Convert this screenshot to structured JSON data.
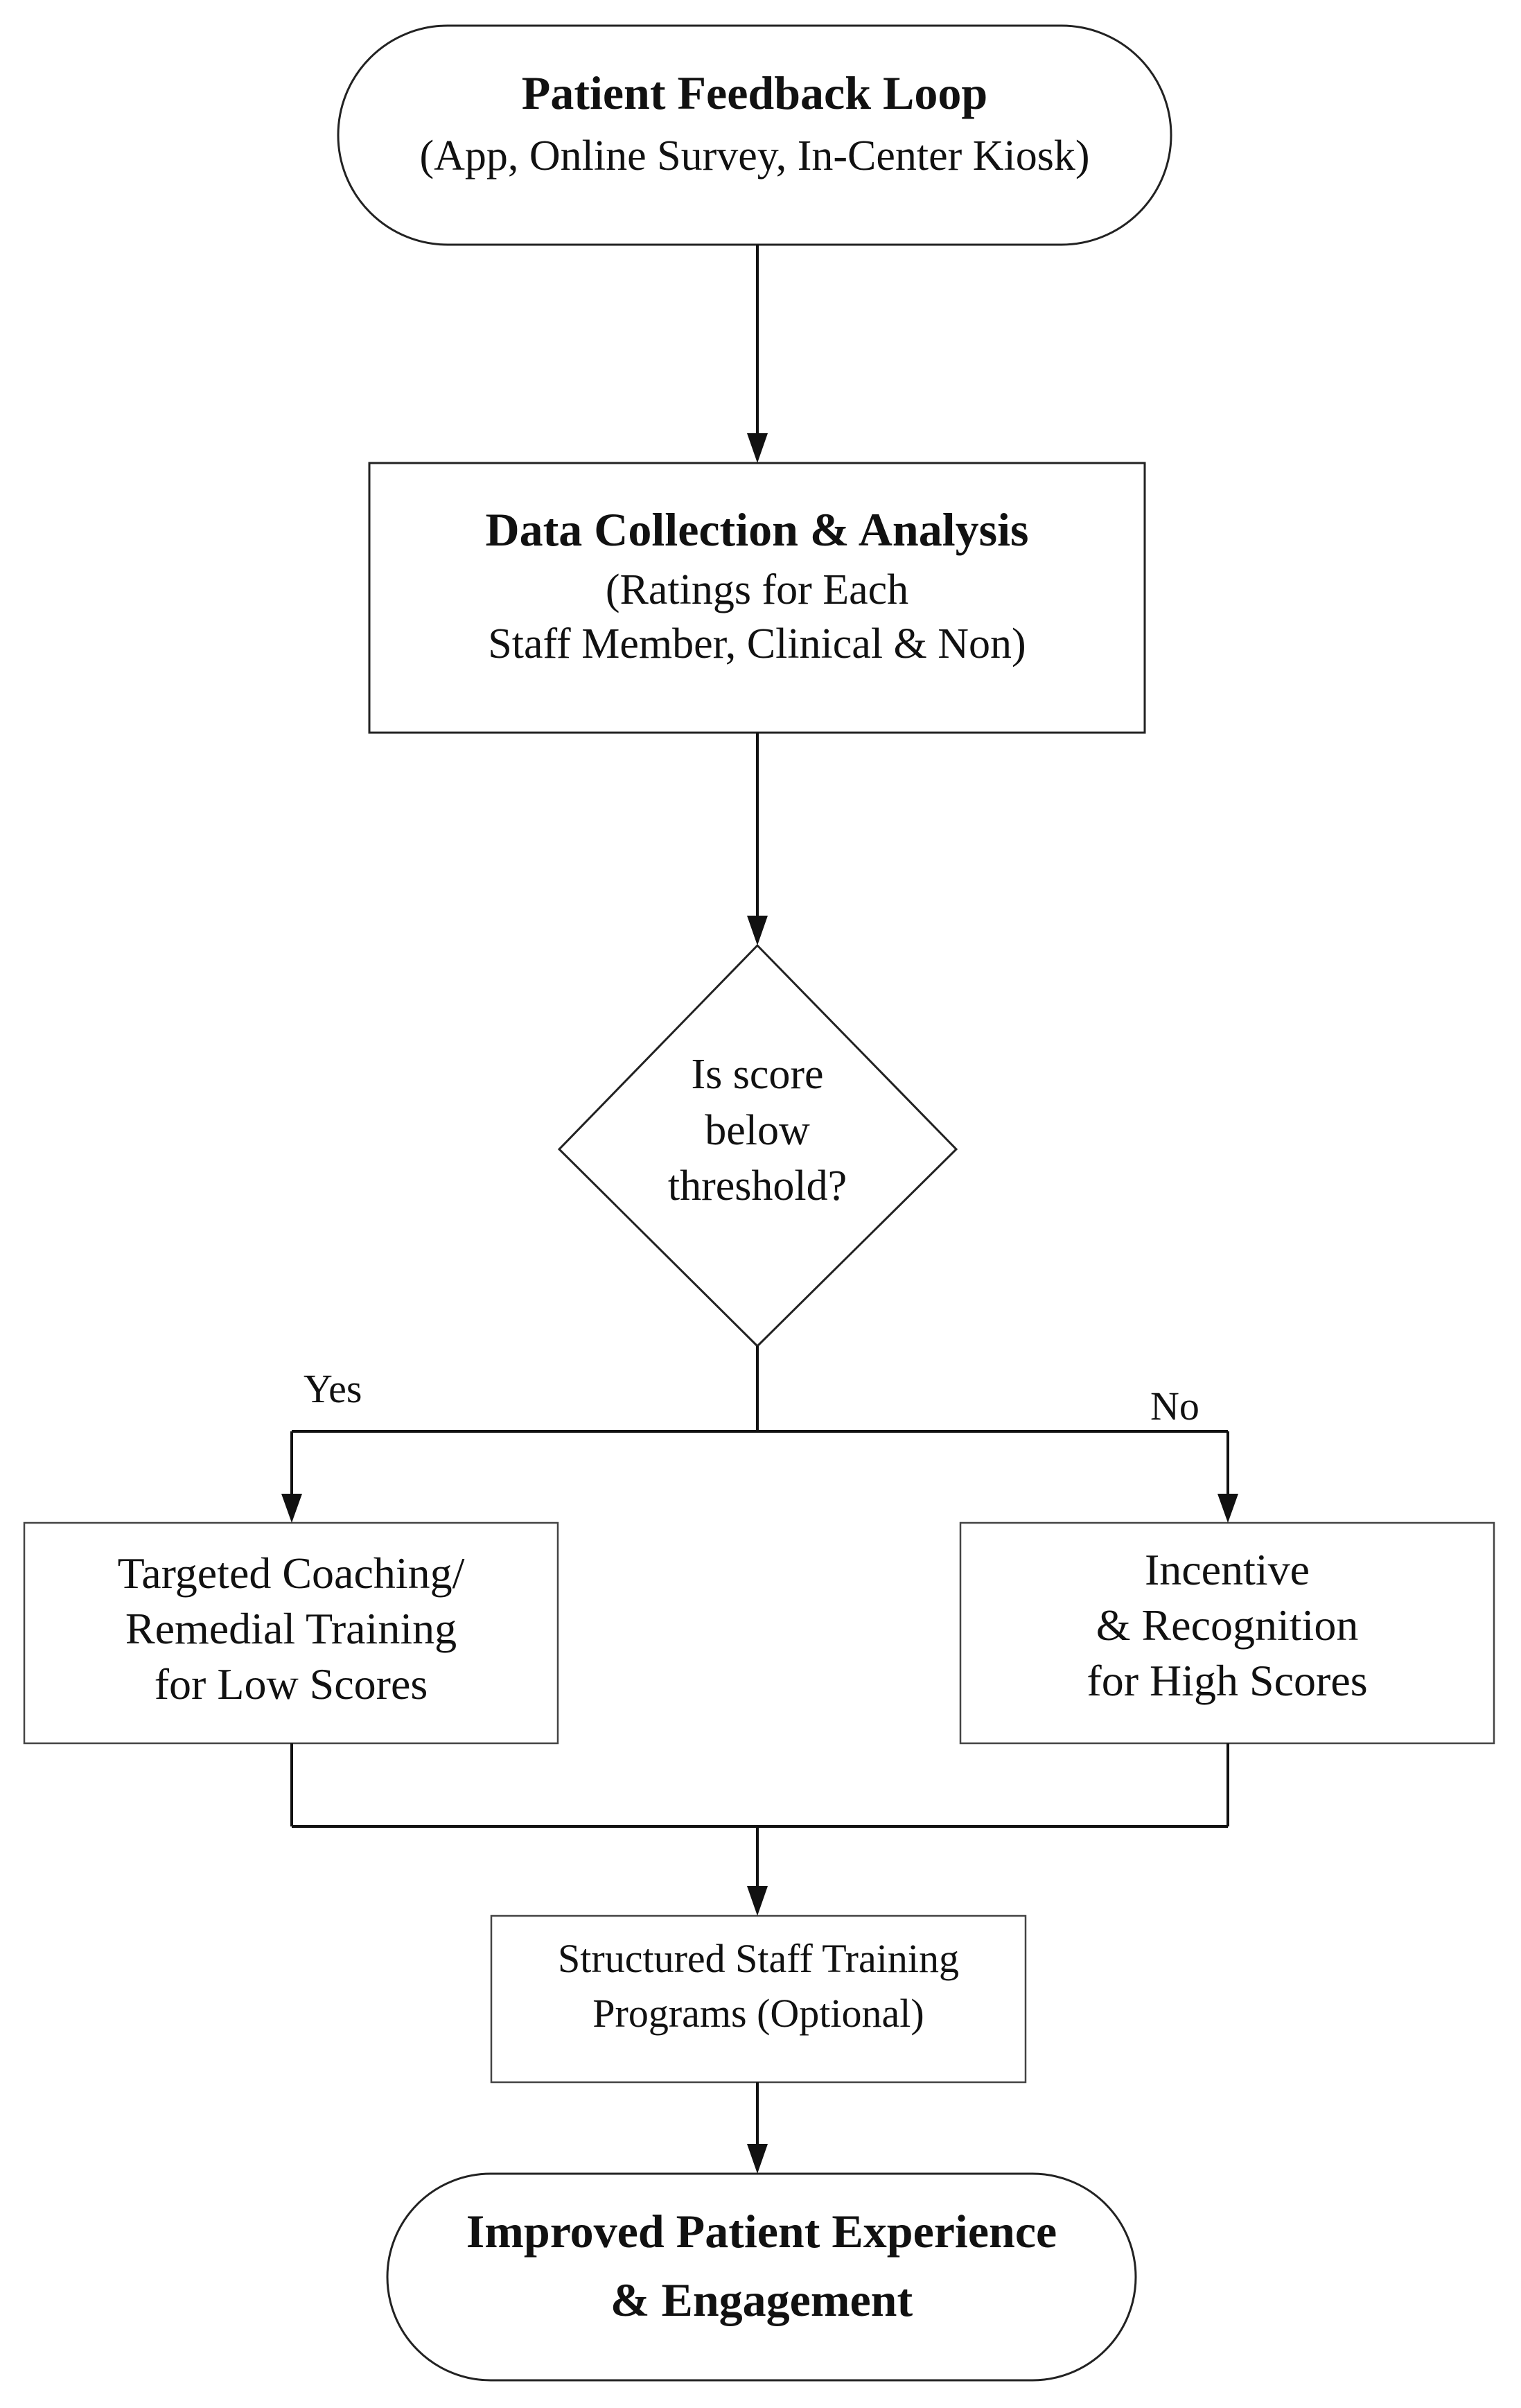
{
  "nodes": {
    "start": {
      "title": "Patient Feedback Loop",
      "subtitle": "(App, Online Survey, In-Center Kiosk)"
    },
    "collect": {
      "title": "Data Collection & Analysis",
      "line2": "(Ratings for Each",
      "line3": "Staff  Member, Clinical & Non)"
    },
    "decision": {
      "line1": "Is score",
      "line2": "below",
      "line3": "threshold?"
    },
    "coaching": {
      "line1": "Targeted Coaching/",
      "line2": "Remedial Training",
      "line3": "for Low Scores"
    },
    "incentive": {
      "line1": "Incentive",
      "line2": "& Recognition",
      "line3": "for High Scores"
    },
    "training": {
      "line1": "Structured Staff Training",
      "line2": "Programs (Optional)"
    },
    "end": {
      "line1": "Improved Patient Experience",
      "line2": "& Engagement"
    }
  },
  "edges": {
    "yes_label": "Yes",
    "no_label": "No"
  }
}
